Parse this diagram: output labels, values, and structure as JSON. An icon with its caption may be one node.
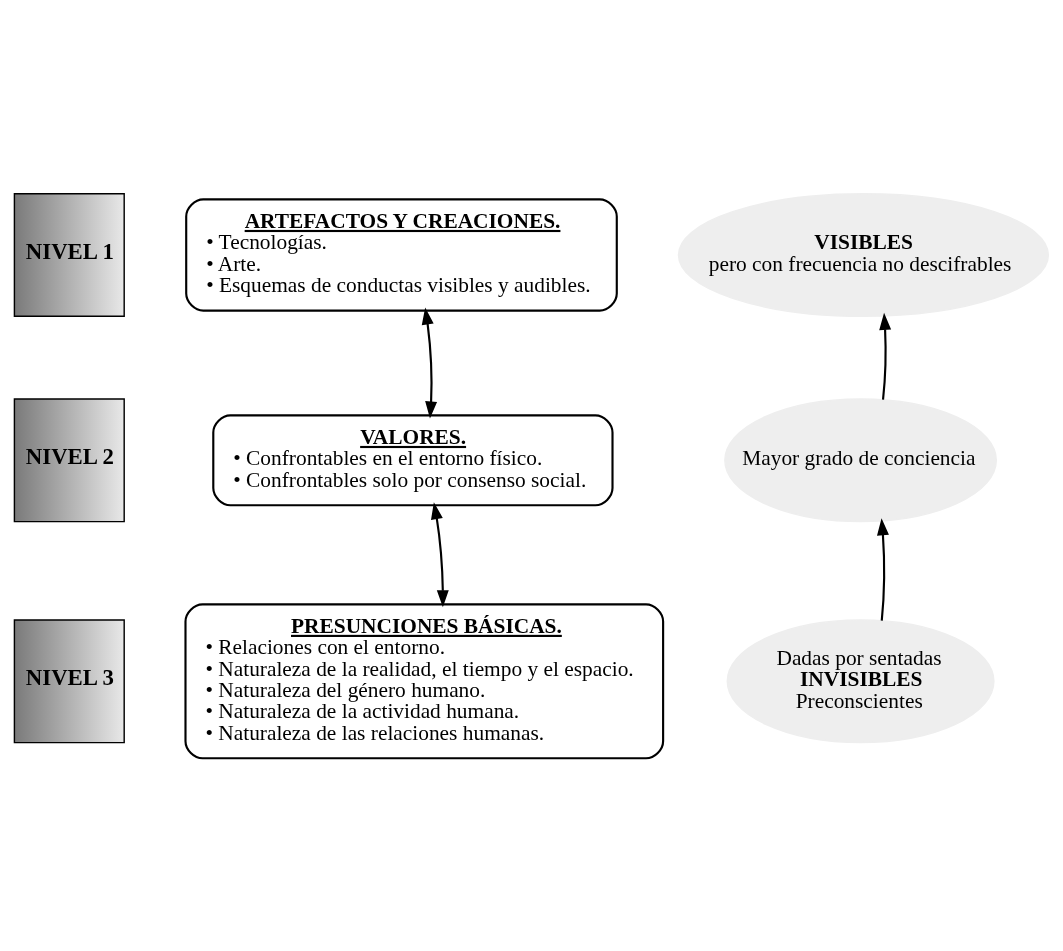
{
  "diagram": {
    "nodes": [
      {
        "text": [
          "NIVEL 1"
        ]
      },
      {
        "text": [
          "ARTEFACTOS Y CREACIONES.",
          "• Tecnologías.",
          "• Arte.",
          "• Esquemas de conductas visibles y audibles."
        ]
      },
      {
        "text": [
          "VISIBLES",
          "pero con frecuencia no descifrables"
        ]
      },
      {
        "text": [
          "NIVEL 2"
        ]
      },
      {
        "text": [
          "VALORES.",
          "• Confrontables en el entorno físico.",
          "• Confrontables solo por consenso social."
        ]
      },
      {
        "text": [
          "Mayor grado de conciencia"
        ]
      },
      {
        "text": [
          "NIVEL 3"
        ]
      },
      {
        "text": [
          "PRESUNCIONES BÁSICAS.",
          "• Relaciones con el entorno.",
          "• Naturaleza de la realidad, el tiempo y el espacio.",
          "• Naturaleza del género humano.",
          "• Naturaleza de la actividad humana.",
          "• Naturaleza de las relaciones humanas."
        ]
      },
      {
        "text": [
          "Dadas por sentadas",
          "INVISIBLES",
          "Preconscientes"
        ]
      }
    ],
    "edges": [
      {
        "from": 1,
        "to": 4,
        "arrow": "both"
      },
      {
        "from": 4,
        "to": 7,
        "arrow": "both"
      },
      {
        "from": 8,
        "to": 5,
        "arrow": "to"
      },
      {
        "from": 5,
        "to": 2,
        "arrow": "to"
      }
    ]
  }
}
